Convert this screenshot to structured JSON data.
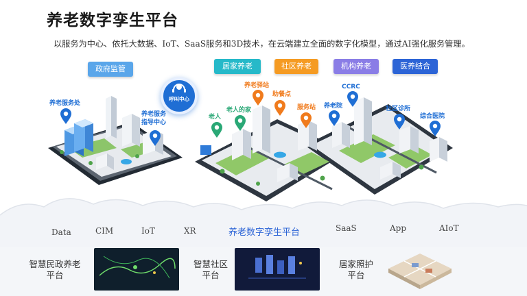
{
  "title": "养老数字孪生平台",
  "subtitle": "以服务为中心、依托大数据、IoT、SaaS服务和3D技术，在云端建立全面的数字化模型，通过AI强化服务管理。",
  "tags": {
    "gov": "政府监管",
    "home_care": "居家养老",
    "community_care": "社区养老",
    "institution_care": "机构养老",
    "medical_care": "医养结合"
  },
  "hub": {
    "label": "呼叫中心"
  },
  "map_labels": {
    "elder_service_office": "养老服务处",
    "elder_service_center_l1": "养老服务",
    "elder_service_center_l2": "指导中心",
    "elder": "老人",
    "elder_home": "老人的家",
    "elder_station": "养老驿站",
    "meal_point": "助餐点",
    "service_station": "服务站",
    "nursing_home": "养老院",
    "ccrc": "CCRC",
    "community_clinic": "社区诊所",
    "general_hospital": "综合医院"
  },
  "tech_row": {
    "data": "Data",
    "cim": "CIM",
    "iot": "IoT",
    "xr": "XR",
    "center": "养老数字孪生平台",
    "saas": "SaaS",
    "app": "App",
    "aiot": "AIoT"
  },
  "bottom": {
    "civil_l1": "智慧民政养老",
    "civil_l2": "平台",
    "community_l1": "智慧社区",
    "community_l2": "平台",
    "home_l1": "居家照护",
    "home_l2": "平台"
  },
  "colors": {
    "tag_gov": "#5aa6ea",
    "tag_home": "#26b9c9",
    "tag_community": "#f59b23",
    "tag_institution": "#8a7de6",
    "tag_medical": "#2c64d6",
    "pin_blue": "#1f6ed4",
    "pin_orange": "#f07b1d",
    "pin_green": "#2aa876"
  }
}
